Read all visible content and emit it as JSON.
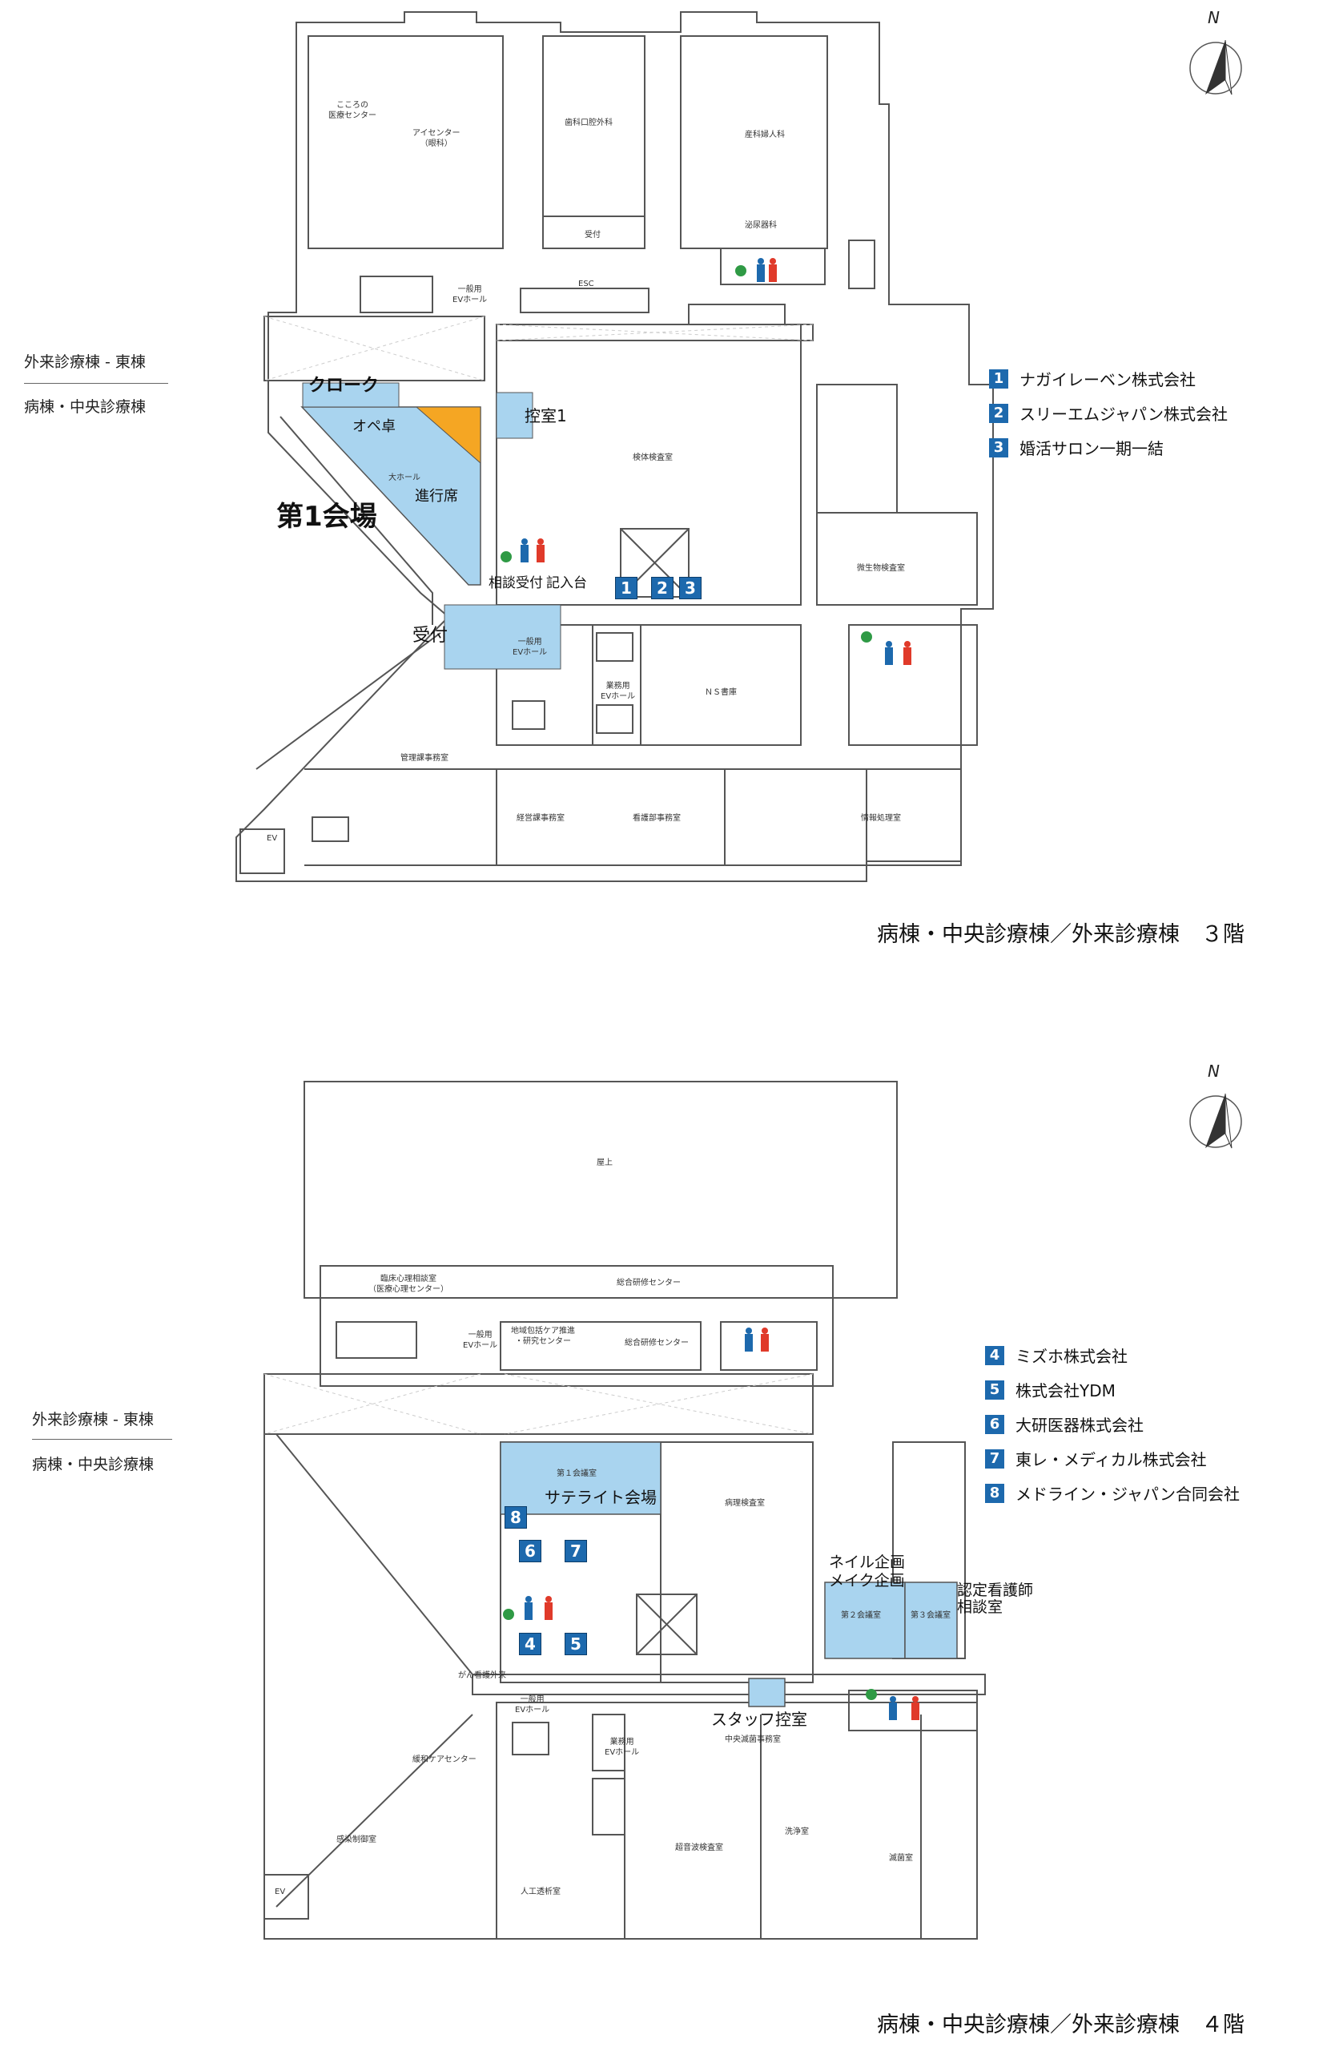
{
  "floor3": {
    "caption": "病棟・中央診療棟／外来診療棟　３階",
    "side_top": "外来診療棟 - 東棟",
    "side_bottom": "病棟・中央診療棟",
    "compass": "N",
    "event": {
      "cloak": "クローク",
      "ope_table": "オペ卓",
      "hall_small": "大ホール",
      "progress_seat": "進行席",
      "main_hall": "第1会場",
      "waiting_room": "控室1",
      "consult_desk": "相談受付",
      "writing_desk": "記入台",
      "reception": "受付"
    },
    "rooms": {
      "kokoro": "こころの\n医療センター",
      "eye": "アイセンター\n（眼科）",
      "dental": "歯科口腔外科",
      "uketsuke": "受付",
      "obgyn": "産科婦人科",
      "uro": "泌尿器科",
      "ev_general": "一般用\nEVホール",
      "esc": "ESC",
      "specimen": "検体検査室",
      "micro": "微生物検査室",
      "ns": "ＮＳ書庫",
      "business_ev": "業務用\nEVホール",
      "ev_hall2": "一般用\nEVホール",
      "admin": "管理課事務室",
      "keiei": "経営課事務室",
      "nursing": "看護部事務室",
      "info": "情報処理室",
      "ev": "EV"
    },
    "booths": [
      "1",
      "2",
      "3"
    ],
    "legend": [
      {
        "num": "1",
        "name": "ナガイレーベン株式会社"
      },
      {
        "num": "2",
        "name": "スリーエムジャパン株式会社"
      },
      {
        "num": "3",
        "name": "婚活サロン一期一結"
      }
    ]
  },
  "floor4": {
    "caption": "病棟・中央診療棟／外来診療棟　４階",
    "side_top": "外来診療棟 - 東棟",
    "side_bottom": "病棟・中央診療棟",
    "compass": "N",
    "event": {
      "satellite_small": "第１会議室",
      "satellite": "サテライト会場",
      "nail": "ネイル企画",
      "make": "メイク企画",
      "certified": "認定看護師\n相談室",
      "staff_room": "スタッフ控室"
    },
    "rooms": {
      "roof": "屋上",
      "clin_psych": "臨床心理相談室\n（医療心理センター）",
      "training1": "総合研修センター",
      "ev_general": "一般用\nEVホール",
      "regional": "地域包括ケア推進\n・研究センター",
      "training2": "総合研修センター",
      "pathology": "病理検査室",
      "conf2": "第２会議室",
      "conf3": "第３会議室",
      "cancer_nurse": "がん看護外来",
      "ev_general2": "一般用\nEVホール",
      "business_ev": "業務用\nEVホール",
      "central_sterile": "中央滅菌事務室",
      "palliative": "緩和ケアセンター",
      "infection": "感染制御室",
      "ultrasound": "超音波検査室",
      "washing": "洗浄室",
      "sterile": "滅菌室",
      "dialysis": "人工透析室",
      "ev": "EV"
    },
    "booths": [
      "8",
      "6",
      "7",
      "4",
      "5"
    ],
    "legend": [
      {
        "num": "4",
        "name": "ミズホ株式会社"
      },
      {
        "num": "5",
        "name": "株式会社YDM"
      },
      {
        "num": "6",
        "name": "大研医器株式会社"
      },
      {
        "num": "7",
        "name": "東レ・メディカル株式会社"
      },
      {
        "num": "8",
        "name": "メドライン・ジャパン合同会社"
      }
    ]
  },
  "colors": {
    "venue_blue": "#a9d4ef",
    "ope_orange": "#f5a623",
    "booth_blue": "#1d69ad",
    "wall": "#555555",
    "hatch": "#cccccc"
  }
}
